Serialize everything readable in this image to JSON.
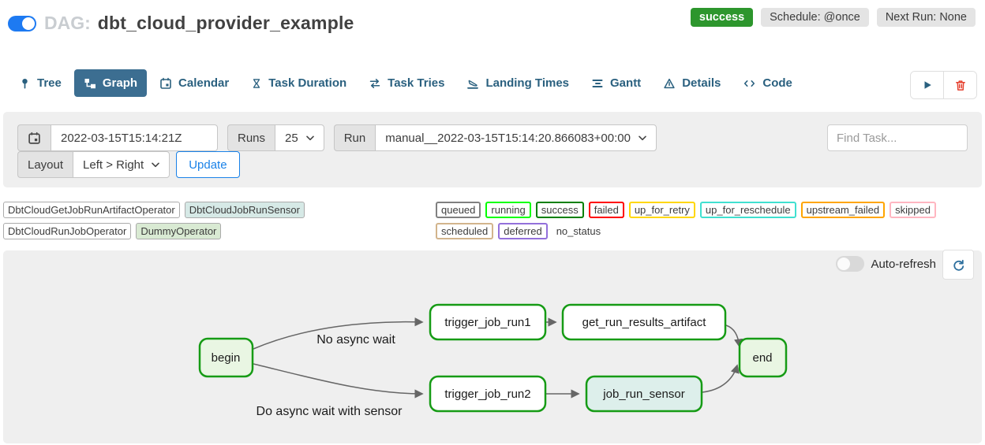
{
  "header": {
    "dag_toggle_on": true,
    "dag_prefix": "DAG:",
    "dag_title": "dbt_cloud_provider_example",
    "status_badge": "success",
    "schedule_badge": "Schedule: @once",
    "next_run_badge": "Next Run: None"
  },
  "tabs": {
    "active": "Graph",
    "items": [
      {
        "label": "Tree",
        "icon": "tree-pin-icon"
      },
      {
        "label": "Graph",
        "icon": "graph-icon"
      },
      {
        "label": "Calendar",
        "icon": "calendar-icon"
      },
      {
        "label": "Task Duration",
        "icon": "hourglass-icon"
      },
      {
        "label": "Task Tries",
        "icon": "repeat-icon"
      },
      {
        "label": "Landing Times",
        "icon": "plane-landing-icon"
      },
      {
        "label": "Gantt",
        "icon": "gantt-bars-icon"
      },
      {
        "label": "Details",
        "icon": "triangle-icon"
      },
      {
        "label": "Code",
        "icon": "code-icon"
      }
    ]
  },
  "actions": {
    "trigger_icon": "play-icon",
    "delete_icon": "trash-icon"
  },
  "filters": {
    "base_date_value": "2022-03-15T15:14:21Z",
    "runs_label": "Runs",
    "runs_value": "25",
    "run_label": "Run",
    "run_value": "manual__2022-03-15T15:14:20.866083+00:00",
    "find_task_placeholder": "Find Task...",
    "layout_label": "Layout",
    "layout_value": "Left > Right",
    "update_label": "Update"
  },
  "legend": {
    "operators": [
      {
        "label": "DbtCloudGetJobRunArtifactOperator",
        "bg": "#ffffff"
      },
      {
        "label": "DbtCloudJobRunSensor",
        "bg": "#d6e9e6"
      },
      {
        "label": "DbtCloudRunJobOperator",
        "bg": "#ffffff"
      },
      {
        "label": "DummyOperator",
        "bg": "#d9ead3"
      }
    ],
    "statuses": [
      {
        "label": "queued",
        "border": "#808080"
      },
      {
        "label": "running",
        "border": "#00ff00"
      },
      {
        "label": "success",
        "border": "#008000"
      },
      {
        "label": "failed",
        "border": "#ff0000"
      },
      {
        "label": "up_for_retry",
        "border": "#ffd700"
      },
      {
        "label": "up_for_reschedule",
        "border": "#40e0d0"
      },
      {
        "label": "upstream_failed",
        "border": "#ffa500"
      },
      {
        "label": "skipped",
        "border": "#ffb6c1"
      },
      {
        "label": "scheduled",
        "border": "#d2b48c"
      },
      {
        "label": "deferred",
        "border": "#9370db"
      },
      {
        "label": "no_status",
        "border": "transparent"
      }
    ]
  },
  "graph": {
    "auto_refresh_label": "Auto-refresh",
    "auto_refresh_on": false,
    "node_border_color": "#169b15",
    "edge_color": "#666666",
    "nodes": [
      {
        "label": "begin",
        "fill": "#e9f6e3"
      },
      {
        "label": "trigger_job_run1",
        "fill": "#ffffff"
      },
      {
        "label": "get_run_results_artifact",
        "fill": "#ffffff"
      },
      {
        "label": "trigger_job_run2",
        "fill": "#ffffff"
      },
      {
        "label": "job_run_sensor",
        "fill": "#ddefeb"
      },
      {
        "label": "end",
        "fill": "#e9f6e3"
      }
    ],
    "edge_labels": [
      {
        "text": "No async wait"
      },
      {
        "text": "Do async wait with sensor"
      }
    ]
  },
  "colors": {
    "toggle_blue": "#1d7af2",
    "tab_active_bg": "#3c6e91",
    "tab_text": "#2a607f",
    "success_badge_green": "#2d962d",
    "update_button_blue": "#1a82e8",
    "trash_red": "#e5402e",
    "panel_gray": "#efefef"
  }
}
